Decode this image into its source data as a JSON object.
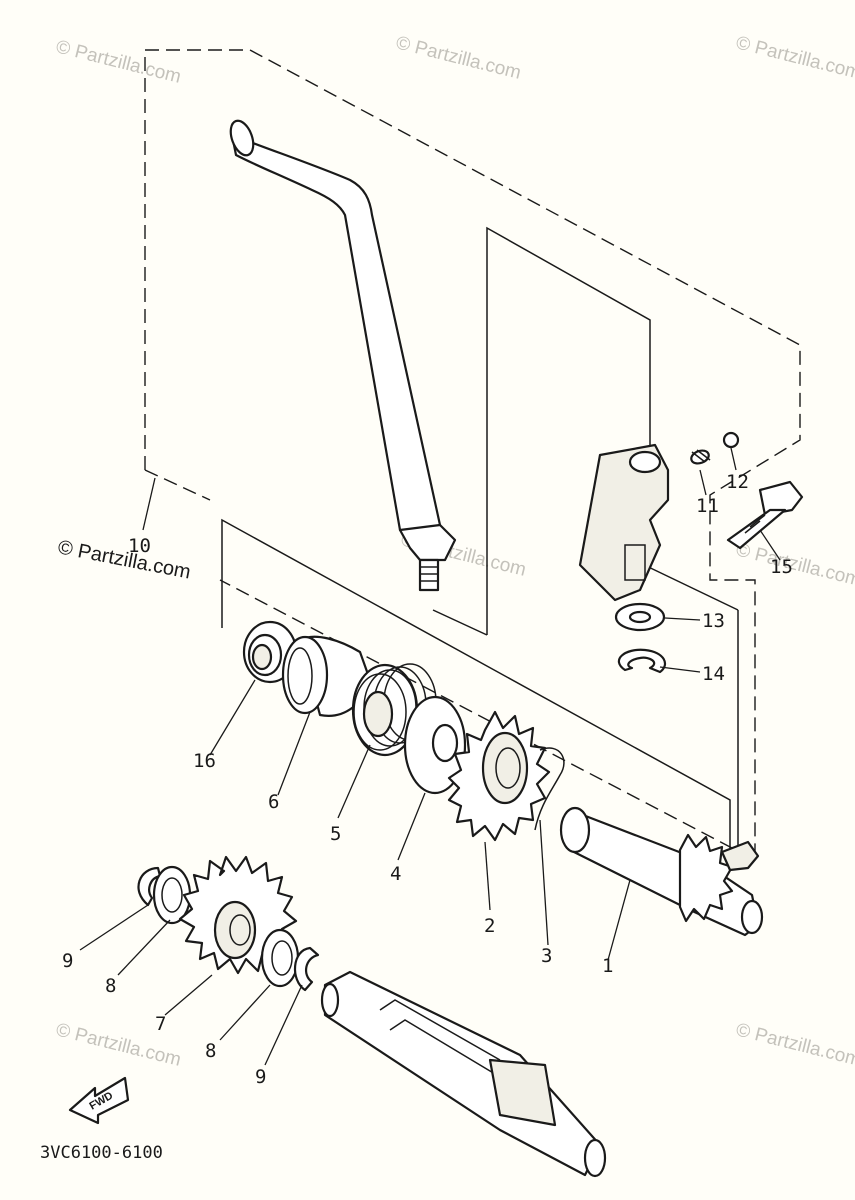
{
  "diagram": {
    "code": "3VC6100-6100",
    "fwd_label": "FWD",
    "watermark": "© Partzilla.com",
    "callouts": {
      "p1": "1",
      "p2": "2",
      "p3": "3",
      "p4": "4",
      "p5": "5",
      "p6": "6",
      "p7": "7",
      "p8a": "8",
      "p8b": "8",
      "p9a": "9",
      "p9b": "9",
      "p10": "10",
      "p11": "11",
      "p12": "12",
      "p13": "13",
      "p14": "14",
      "p15": "15",
      "p16": "16"
    }
  }
}
